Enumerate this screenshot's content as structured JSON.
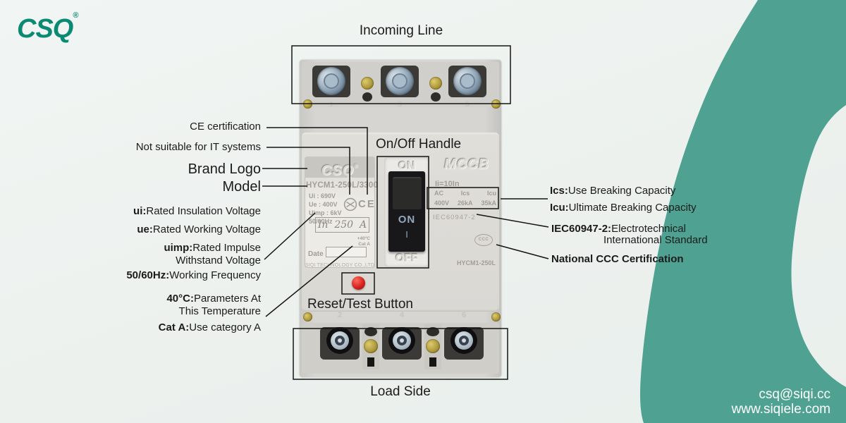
{
  "brand": {
    "logo_text": "CSQ",
    "registered_mark": "®",
    "logo_color": "#0B8A73"
  },
  "swoosh": {
    "color": "#4FA291"
  },
  "contact": {
    "email": "csq@siqi.cc",
    "website": "www.siqiele.com"
  },
  "titles": {
    "incoming_line": "Incoming Line",
    "on_off_handle": "On/Off Handle",
    "reset_test_button": "Reset/Test Button",
    "load_side": "Load Side"
  },
  "callouts": {
    "left": {
      "ce": "CE certification",
      "it": "Not suitable for IT systems",
      "brand_logo": "Brand Logo",
      "model": "Model",
      "ui": {
        "term": "ui:",
        "desc": "Rated Insulation Voltage"
      },
      "ue": {
        "term": "ue:",
        "desc": "Rated Working Voltage"
      },
      "uimp": {
        "term": "uimp:",
        "desc": "Rated Impulse",
        "desc2": "Withstand Voltage"
      },
      "freq": {
        "term": "50/60Hz:",
        "desc": "Working Frequency"
      },
      "temp": {
        "term": "40°C:",
        "desc": "Parameters At",
        "desc2": "This Temperature"
      },
      "cat": {
        "term": "Cat A:",
        "desc": "Use category A"
      }
    },
    "right": {
      "ics": {
        "term": "Ics:",
        "desc": "Use Breaking Capacity"
      },
      "icu": {
        "term": "Icu:",
        "desc": "Ultimate Breaking Capacity"
      },
      "iec": {
        "term": "IEC60947-2:",
        "desc": "Electrotechnical",
        "desc2": "International Standard"
      },
      "ccc": "National CCC Certification"
    }
  },
  "breaker": {
    "pole_numbers_top": [
      "1",
      "3",
      "5"
    ],
    "pole_numbers_bottom": [
      "2",
      "4",
      "6"
    ],
    "label": {
      "brand": "CSQ",
      "registered": "®",
      "model": "HYCM1-250L/3300",
      "spec_lines": [
        "Ui : 690V",
        "Ue : 400V",
        "Uimp : 6kV",
        "50/60Hz"
      ],
      "ce_mark": "CE",
      "rating_prefix": "In",
      "rating_value": "250",
      "rating_unit": "A",
      "temp": "+40°C",
      "category": "Cat A",
      "date_label": "Date",
      "company": "SIQI TECHNOLOGY CO.,LTD"
    },
    "panel": {
      "type": "MCCB",
      "instantaneous": "Ii=10In",
      "table_headers": [
        "AC",
        "Ics",
        "Icu"
      ],
      "table_values": [
        "400V",
        "26kA",
        "35kA"
      ],
      "standard": "IEC60947-2",
      "ccc_mark": "CCC",
      "model_short": "HYCM1-250L"
    },
    "handle": {
      "on_embossed": "ON",
      "off_embossed": "OFF",
      "toggle_on": "ON",
      "toggle_pole": "I"
    },
    "colors": {
      "body": "#d2d1cd",
      "face": "#dbd9d4",
      "toggle": "#18181a",
      "reset_button": "#d01f1a"
    }
  }
}
